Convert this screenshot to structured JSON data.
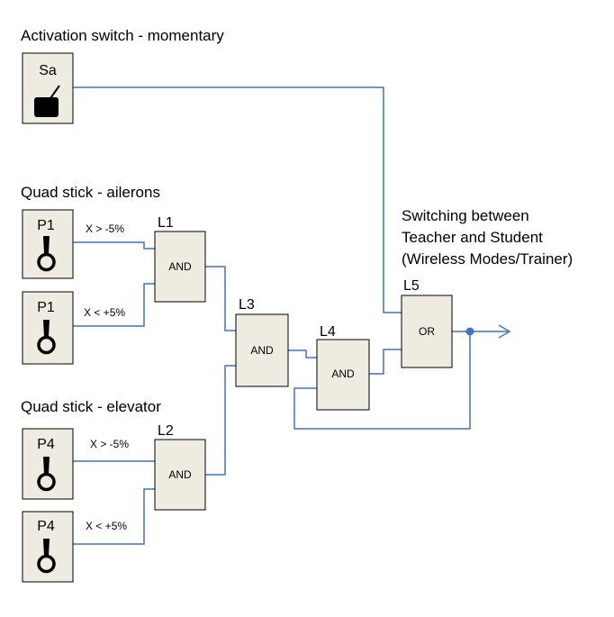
{
  "headings": {
    "activation": "Activation switch - momentary",
    "ailerons": "Quad stick - ailerons",
    "elevator": "Quad stick - elevator",
    "switching_line1": "Switching between",
    "switching_line2": "Teacher and Student",
    "switching_line3": "(Wireless Modes/Trainer)"
  },
  "inputs": {
    "sa": "Sa",
    "p1_top": "P1",
    "p1_bottom": "P1",
    "p4_top": "P4",
    "p4_bottom": "P4"
  },
  "conditions": {
    "p1_top": "X > -5%",
    "p1_bottom": "X < +5%",
    "p4_top": "X > -5%",
    "p4_bottom": "X < +5%"
  },
  "gates": {
    "l1": {
      "label": "L1",
      "type": "AND"
    },
    "l2": {
      "label": "L2",
      "type": "AND"
    },
    "l3": {
      "label": "L3",
      "type": "AND"
    },
    "l4": {
      "label": "L4",
      "type": "AND"
    },
    "l5": {
      "label": "L5",
      "type": "OR"
    }
  },
  "colors": {
    "wire": "#4472c4",
    "box_fill": "#eeece1"
  }
}
